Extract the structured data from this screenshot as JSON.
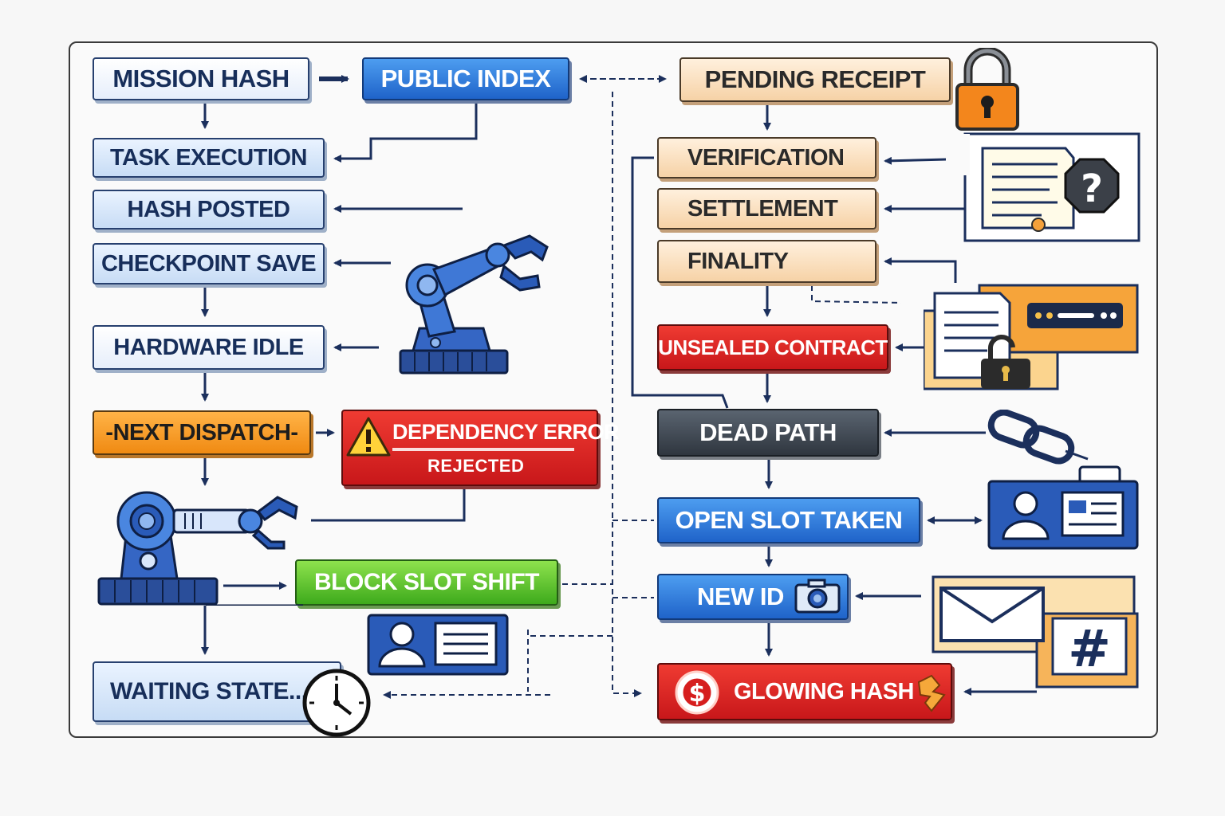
{
  "nodes": {
    "mission_hash": "MISSION HASH",
    "public_index": "PUBLIC INDEX",
    "task_execution": "TASK EXECUTION",
    "hash_posted": "HASH POSTED",
    "checkpoint_save": "CHECKPOINT SAVE",
    "hardware_idle": "HARDWARE IDLE",
    "next_dispatch": "-NEXT DISPATCH-",
    "dependency_error": "DEPENDENCY ERROR",
    "rejected": "REJECTED",
    "block_slot_shift": "BLOCK SLOT SHIFT",
    "waiting_state": "WAITING STATE...",
    "pending_receipt": "PENDING RECEIPT",
    "verification": "VERIFICATION",
    "settlement": "SETTLEMENT",
    "finality": "FINALITY",
    "unsealed_contract": "UNSEALED CONTRACT",
    "dead_path": "DEAD PATH",
    "open_slot_taken": "OPEN SLOT TAKEN",
    "new_id": "NEW ID",
    "glowing_hash": "GLOWING HASH"
  },
  "icons": {
    "lock": "padlock-icon",
    "document_question": "document-question-icon",
    "contract_unlocked": "contract-padlock-icon",
    "robot_arm_upper": "robot-arm-icon",
    "robot_arm_lower": "robot-arm-icon",
    "warning": "warning-triangle-icon",
    "id_card_left": "id-card-icon",
    "clock": "clock-icon",
    "chain_link": "chain-link-icon",
    "id_badge": "id-badge-icon",
    "camera": "camera-icon",
    "envelope_hash": "envelope-hash-icon",
    "dollar": "dollar-coin-icon"
  },
  "colors": {
    "navy": "#1b2f5c",
    "blue": "#1f63c9",
    "orange": "#f08a12",
    "red": "#c8171a",
    "green": "#3eaa1c",
    "dark": "#2f363f",
    "peach": "#f6d2a6"
  }
}
